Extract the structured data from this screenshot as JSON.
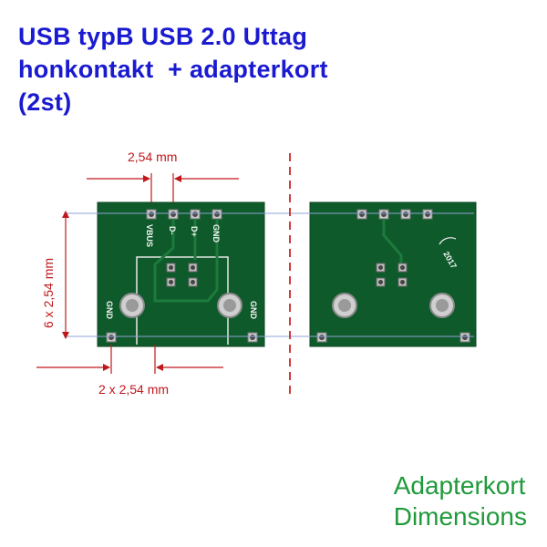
{
  "title": {
    "line1": "USB typB USB 2.0 Uttag",
    "line2": "honkontakt  + adapterkort",
    "line3": "(2st)"
  },
  "footer": {
    "line1": "Adapterkort",
    "line2": "Dimensions"
  },
  "dimensions": {
    "pitch": "2,54 mm",
    "height": "6 x 2,54 mm",
    "width": "2 x 2,54 mm"
  },
  "pin_labels": {
    "vbus": "VBUS",
    "d_minus": "D-",
    "d_plus": "D+",
    "gnd": "GND",
    "gnd_left": "GND",
    "gnd_right": "GND"
  },
  "back_marking": "2017",
  "colors": {
    "pcb": "#0f5a2a",
    "dimension": "#c0171b",
    "title": "#1a1ad0",
    "footer": "#1f9a3a",
    "guide": "#8fa3d8"
  }
}
